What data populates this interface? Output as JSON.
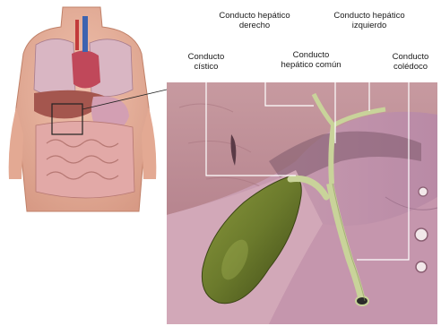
{
  "labels": {
    "right_hepatic_duct": [
      "Conducto hepático",
      "derecho"
    ],
    "left_hepatic_duct": [
      "Conducto hepático",
      "izquierdo"
    ],
    "cystic_duct": [
      "Conducto",
      "cístico"
    ],
    "common_hepatic_duct": [
      "Conducto",
      "hepático común"
    ],
    "common_bile_duct": [
      "Conducto",
      "colédoco"
    ]
  },
  "colors": {
    "skin": "#e9b4a0",
    "liver": "#c99aa3",
    "gallbladder": "#6b7a2c",
    "duct": "#c9d39a",
    "stomach": "#b27f9b",
    "leader_line": "#ffffff"
  }
}
